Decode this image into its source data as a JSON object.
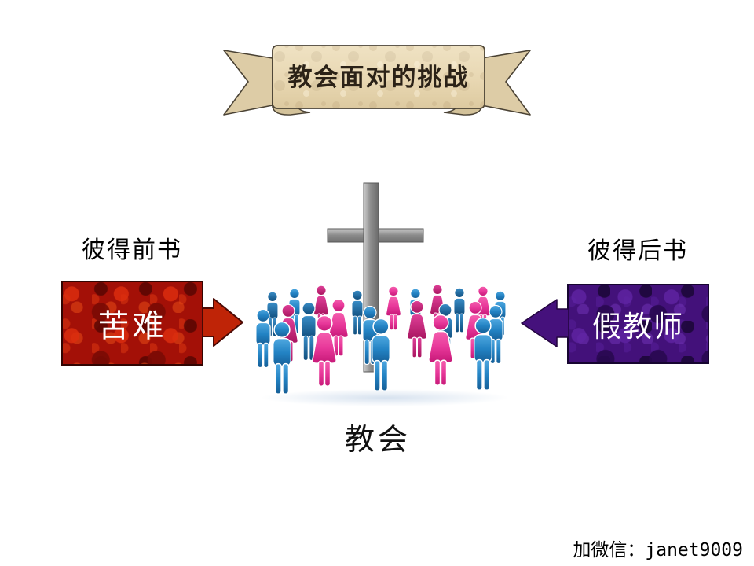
{
  "slide": {
    "banner": {
      "title": "教会面对的挑战"
    },
    "left": {
      "label": "彼得前书",
      "box_text": "苦难"
    },
    "right": {
      "label": "彼得后书",
      "box_text": "假教师"
    },
    "center": {
      "caption": "教会"
    },
    "watermark": {
      "text": "加微信：janet9009"
    },
    "icons": {
      "center_graphic": "cross-and-crowd",
      "left_arrow": "arrow-pointing-right",
      "right_arrow": "arrow-pointing-left"
    },
    "colors": {
      "background": "#ffffff",
      "banner_fill": "#e8d7b2",
      "banner_outline": "#4a4234",
      "banner_text": "#2b2217",
      "suffering_box": "#a31007",
      "suffering_border": "#330502",
      "false_teachers_box": "#43117a",
      "false_teachers_border": "#170531",
      "arrow_red": "#bf2407",
      "arrow_purple": "#45117c",
      "male_figure_blue": "#2383c4",
      "female_figure_pink": "#e8389a",
      "cross_gray": "#7d7d7d",
      "box_text": "#ffffff",
      "label_text": "#000000"
    }
  }
}
